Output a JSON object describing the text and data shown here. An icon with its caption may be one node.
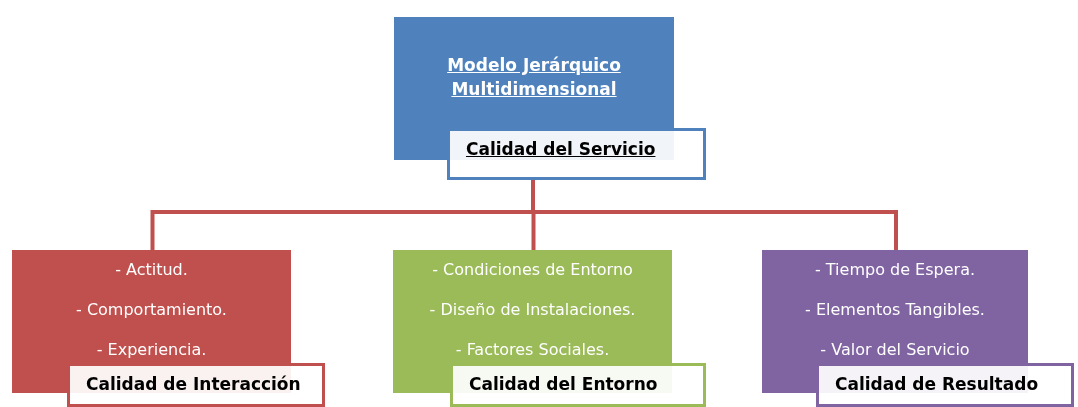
{
  "diagram": {
    "nodes": [
      {
        "text": [
          "Modelo Jerárquico Multidimensional",
          "Calidad del Servicio"
        ]
      },
      {
        "text": [
          "- Actitud.",
          "- Comportamiento.",
          "- Experiencia.",
          "Calidad de Interacción"
        ]
      },
      {
        "text": [
          "- Condiciones de Entorno",
          "- Diseño de Instalaciones.",
          "- Factores Sociales.",
          "Calidad del Entorno"
        ]
      },
      {
        "text": [
          "- Tiempo de Espera.",
          "- Elementos Tangibles.",
          "- Valor del Servicio",
          "Calidad de Resultado"
        ]
      }
    ],
    "edges": [
      {
        "from": 0,
        "to": 1,
        "arrow": "none"
      },
      {
        "from": 0,
        "to": 2,
        "arrow": "none"
      },
      {
        "from": 0,
        "to": 3,
        "arrow": "none"
      }
    ]
  }
}
